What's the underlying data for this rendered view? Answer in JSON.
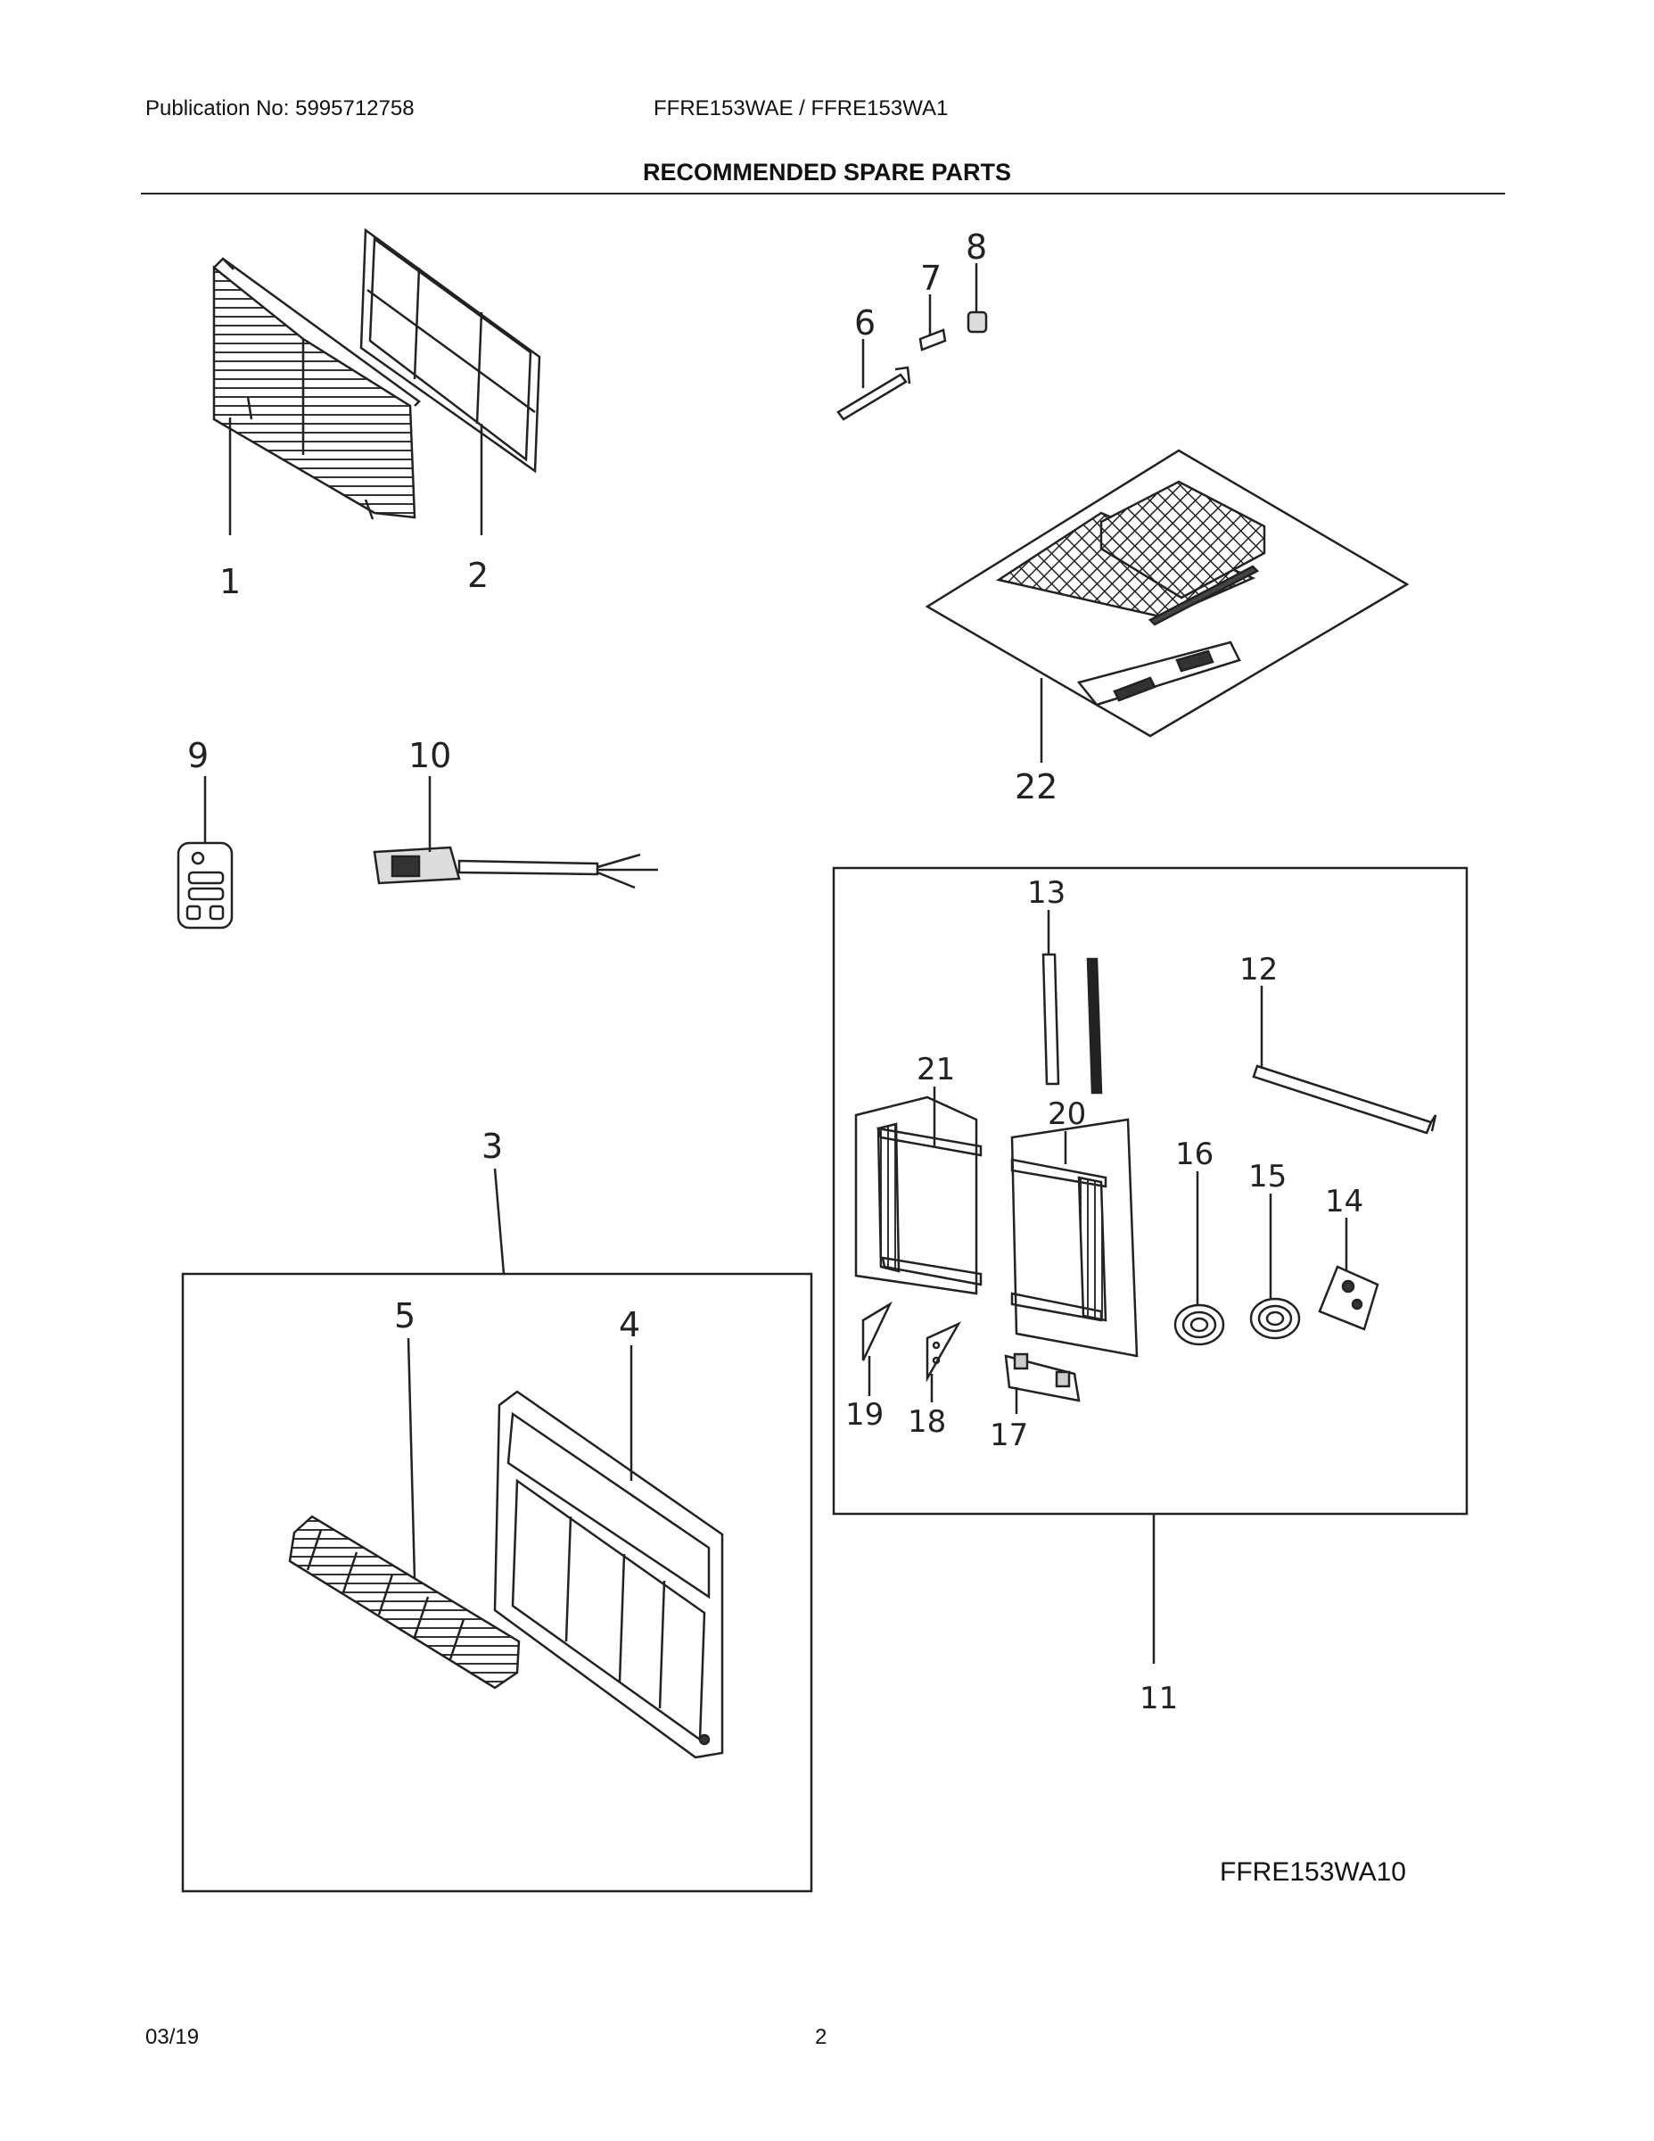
{
  "header": {
    "publication": "Publication No: 5995712758",
    "models": "FFRE153WAE / FFRE153WA1",
    "title": "RECOMMENDED SPARE PARTS"
  },
  "callouts": {
    "p1": "1",
    "p2": "2",
    "p3": "3",
    "p4": "4",
    "p5": "5",
    "p6": "6",
    "p7": "7",
    "p8": "8",
    "p9": "9",
    "p10": "10",
    "p11": "11",
    "p12": "12",
    "p13": "13",
    "p14": "14",
    "p15": "15",
    "p16": "16",
    "p17": "17",
    "p18": "18",
    "p19": "19",
    "p20": "20",
    "p21": "21",
    "p22": "22"
  },
  "figure_code": "FFRE153WA10",
  "footer": {
    "date": "03/19",
    "page": "2"
  },
  "colors": {
    "ink": "#222222",
    "background": "#ffffff"
  }
}
